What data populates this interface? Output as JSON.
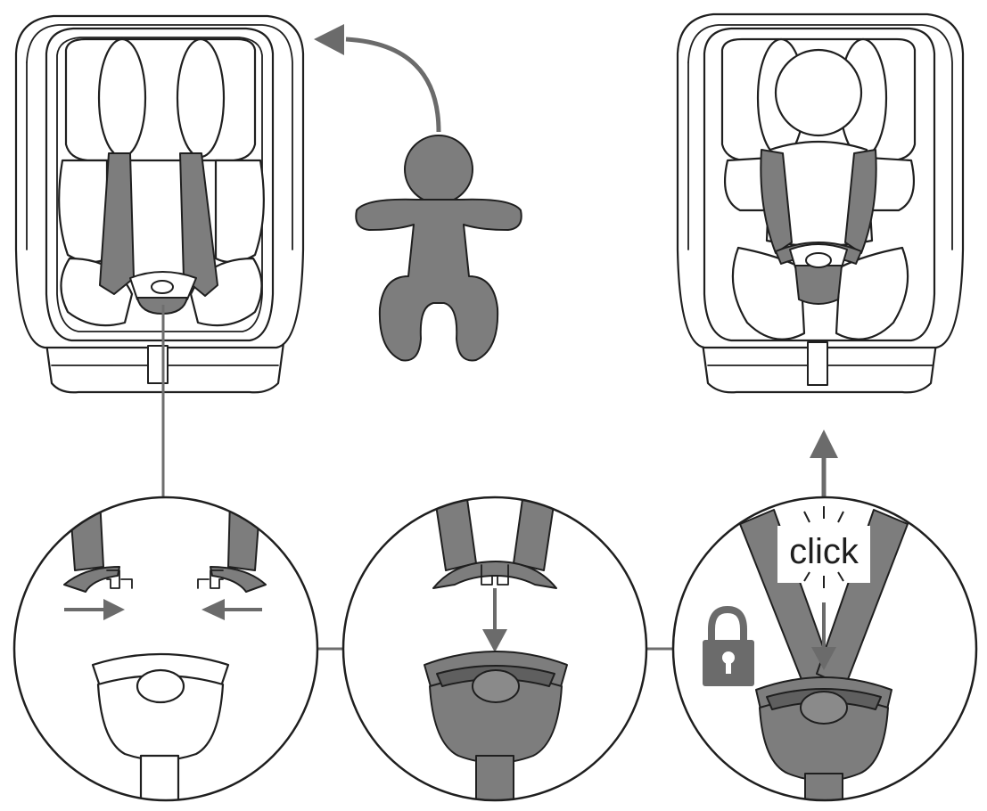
{
  "colors": {
    "strap_gray": "#7d7d7d",
    "arrow_gray": "#6b6b6b",
    "line_black": "#1f1f1f",
    "background": "#ffffff"
  },
  "labels": {
    "click": "click"
  },
  "icons": [
    "car-seat-empty",
    "baby-silhouette",
    "car-seat-with-child",
    "buckle-tongues-separate",
    "buckle-tongues-joined",
    "buckle-locked",
    "padlock-icon"
  ]
}
